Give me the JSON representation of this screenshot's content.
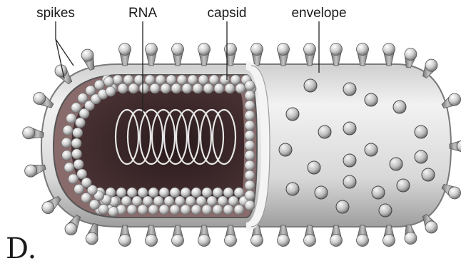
{
  "labels": {
    "spikes": "spikes",
    "rna": "RNA",
    "capsid": "capsid",
    "envelope": "envelope"
  },
  "panel_letter": "D.",
  "colors": {
    "envelope_fill": "#dcdcdc",
    "interior_dark": "#3a2628",
    "capsomere": "#d2d2d2",
    "spike": "#9a9a9a",
    "leader": "#222222"
  }
}
